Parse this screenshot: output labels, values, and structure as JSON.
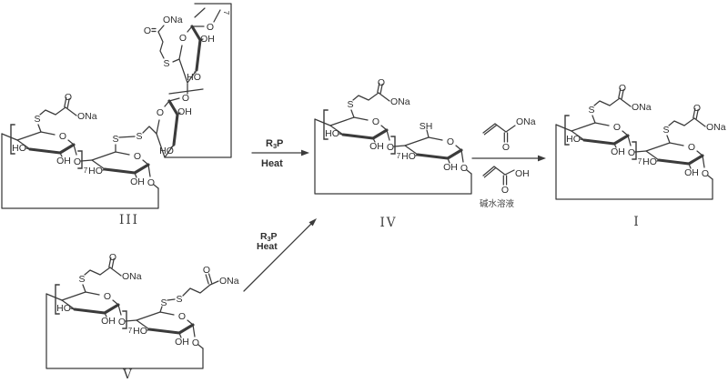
{
  "scheme": {
    "atoms": {
      "o": "O",
      "ho": "HO",
      "oh": "OH",
      "s": "S",
      "sh": "SH",
      "ona": "ONa",
      "sub7": "7"
    },
    "compounds": {
      "iii": "III",
      "iv": "IV",
      "v": "V",
      "i": "I"
    },
    "conditions": {
      "r": "R",
      "three": "3",
      "p": "P",
      "heat": "Heat",
      "base_note": "碱水溶液"
    }
  }
}
